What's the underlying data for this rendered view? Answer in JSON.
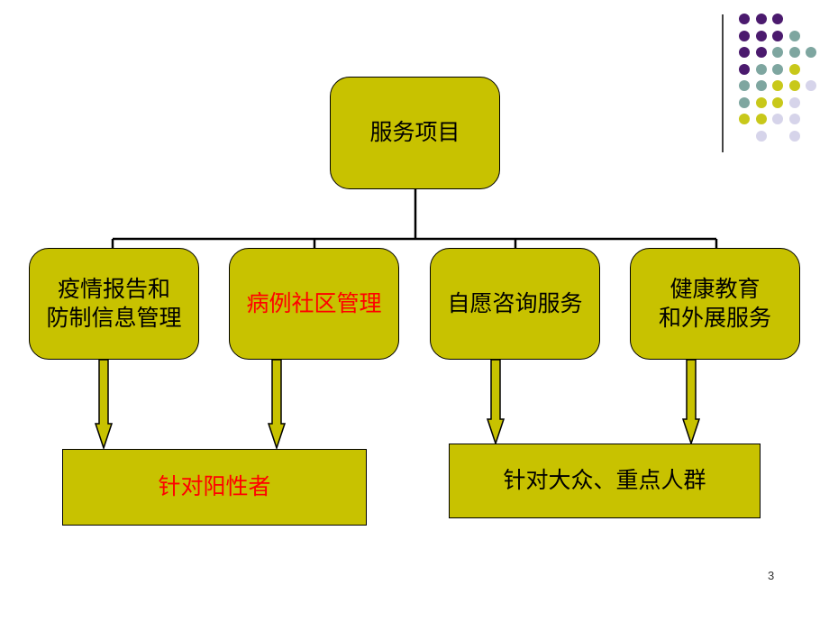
{
  "colors": {
    "box_fill": "#c8c200",
    "box_border": "#000000",
    "highlight_text": "#ff0000",
    "dot_purple": "#4b1a6e",
    "dot_teal": "#7ea6a0",
    "dot_yellow": "#c8c81a",
    "dot_lavender": "#d6d4ea"
  },
  "root": {
    "label": "服务项目"
  },
  "services": [
    {
      "lines": [
        "疫情报告和",
        "防制信息管理"
      ],
      "highlight": false
    },
    {
      "lines": [
        "病例社区管理"
      ],
      "highlight": true
    },
    {
      "lines": [
        "自愿咨询服务"
      ],
      "highlight": false
    },
    {
      "lines": [
        "健康教育",
        "和外展服务"
      ],
      "highlight": false
    }
  ],
  "targets": [
    {
      "label": "针对阳性者",
      "highlight": true
    },
    {
      "label": "针对大众、重点人群",
      "highlight": false
    }
  ],
  "decoration": {
    "dot_grid": [
      [
        "purple",
        "purple",
        "purple",
        "",
        ""
      ],
      [
        "purple",
        "purple",
        "purple",
        "teal",
        ""
      ],
      [
        "purple",
        "purple",
        "teal",
        "teal",
        "teal"
      ],
      [
        "purple",
        "teal",
        "teal",
        "yellow",
        ""
      ],
      [
        "teal",
        "teal",
        "yellow",
        "yellow",
        "lavender"
      ],
      [
        "teal",
        "yellow",
        "yellow",
        "lavender",
        ""
      ],
      [
        "yellow",
        "yellow",
        "lavender",
        "lavender",
        ""
      ],
      [
        "",
        "lavender",
        "",
        "lavender",
        ""
      ]
    ]
  },
  "page_number": "3"
}
